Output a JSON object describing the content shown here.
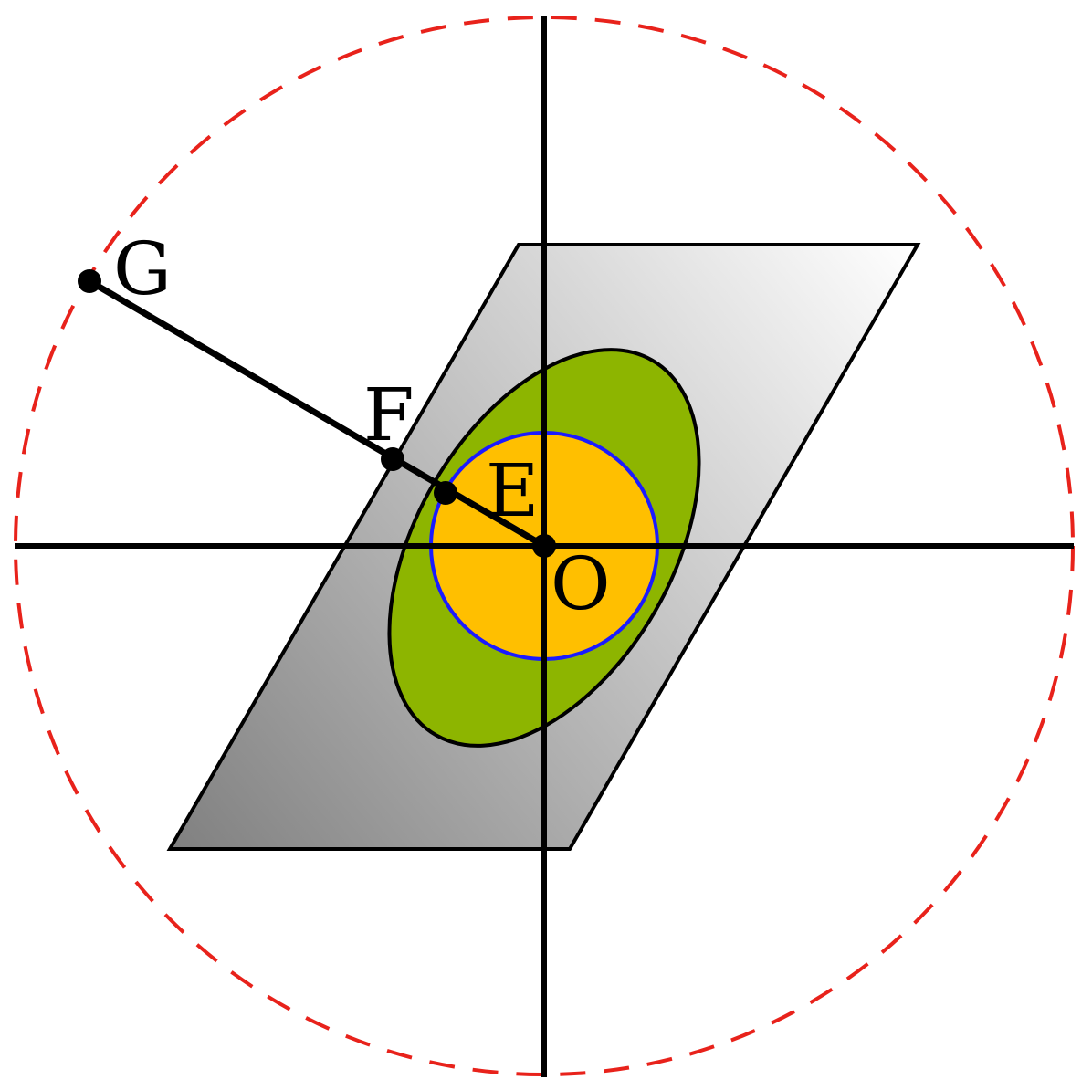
{
  "colors": {
    "background": "#ffffff",
    "outer_circle": "#e8221b",
    "parallelogram_dark": "#808080",
    "parallelogram_light": "#ffffff",
    "ellipse_fill": "#8db500",
    "inner_circle_fill": "#ffbf00",
    "inner_circle_stroke": "#1a1aff",
    "lines": "#000000"
  },
  "points": {
    "G": "G",
    "F": "F",
    "E": "E",
    "O": "O"
  }
}
